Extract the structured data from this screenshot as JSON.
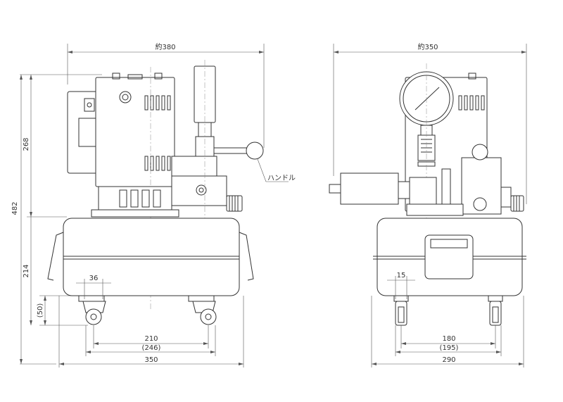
{
  "drawing": {
    "side_view": {
      "width_label": "約380",
      "height_label": "482",
      "upper_height_label": "268",
      "lower_height_label": "214",
      "caster_height_label": "(50)",
      "caster_width_label": "36",
      "caster_pitch_label": "210",
      "caster_outer_label": "(246)",
      "tank_width_label": "350",
      "handle_label": "ハンドル"
    },
    "front_view": {
      "width_label": "約350",
      "caster_width_label": "15",
      "caster_pitch_label": "180",
      "caster_outer_label": "(195)",
      "tank_width_label": "290"
    },
    "line_color": "#333333"
  }
}
